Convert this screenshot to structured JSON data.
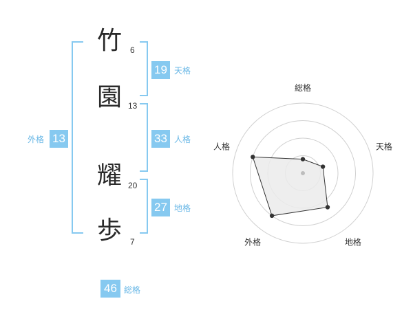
{
  "name": {
    "chars": [
      {
        "char": "竹",
        "strokes": "6"
      },
      {
        "char": "園",
        "strokes": "13"
      },
      {
        "char": "耀",
        "strokes": "20"
      },
      {
        "char": "歩",
        "strokes": "7"
      }
    ]
  },
  "kaku": {
    "tenkaku": {
      "value": "19",
      "label": "天格"
    },
    "jinkaku": {
      "value": "33",
      "label": "人格"
    },
    "chikaku": {
      "value": "27",
      "label": "地格"
    },
    "gaikaku": {
      "value": "13",
      "label": "外格"
    },
    "soukaku": {
      "value": "46",
      "label": "総格"
    }
  },
  "chart_data": {
    "type": "radar",
    "axes": [
      "総格",
      "天格",
      "地格",
      "外格",
      "人格"
    ],
    "values": [
      0.2,
      0.3,
      0.6,
      0.75,
      0.75
    ],
    "range": [
      0,
      1
    ],
    "rings": 4,
    "colors": {
      "accent": "#86c9f0",
      "fill": "#ebebeb",
      "line": "#333333",
      "ring": "#d0d0d0"
    }
  }
}
